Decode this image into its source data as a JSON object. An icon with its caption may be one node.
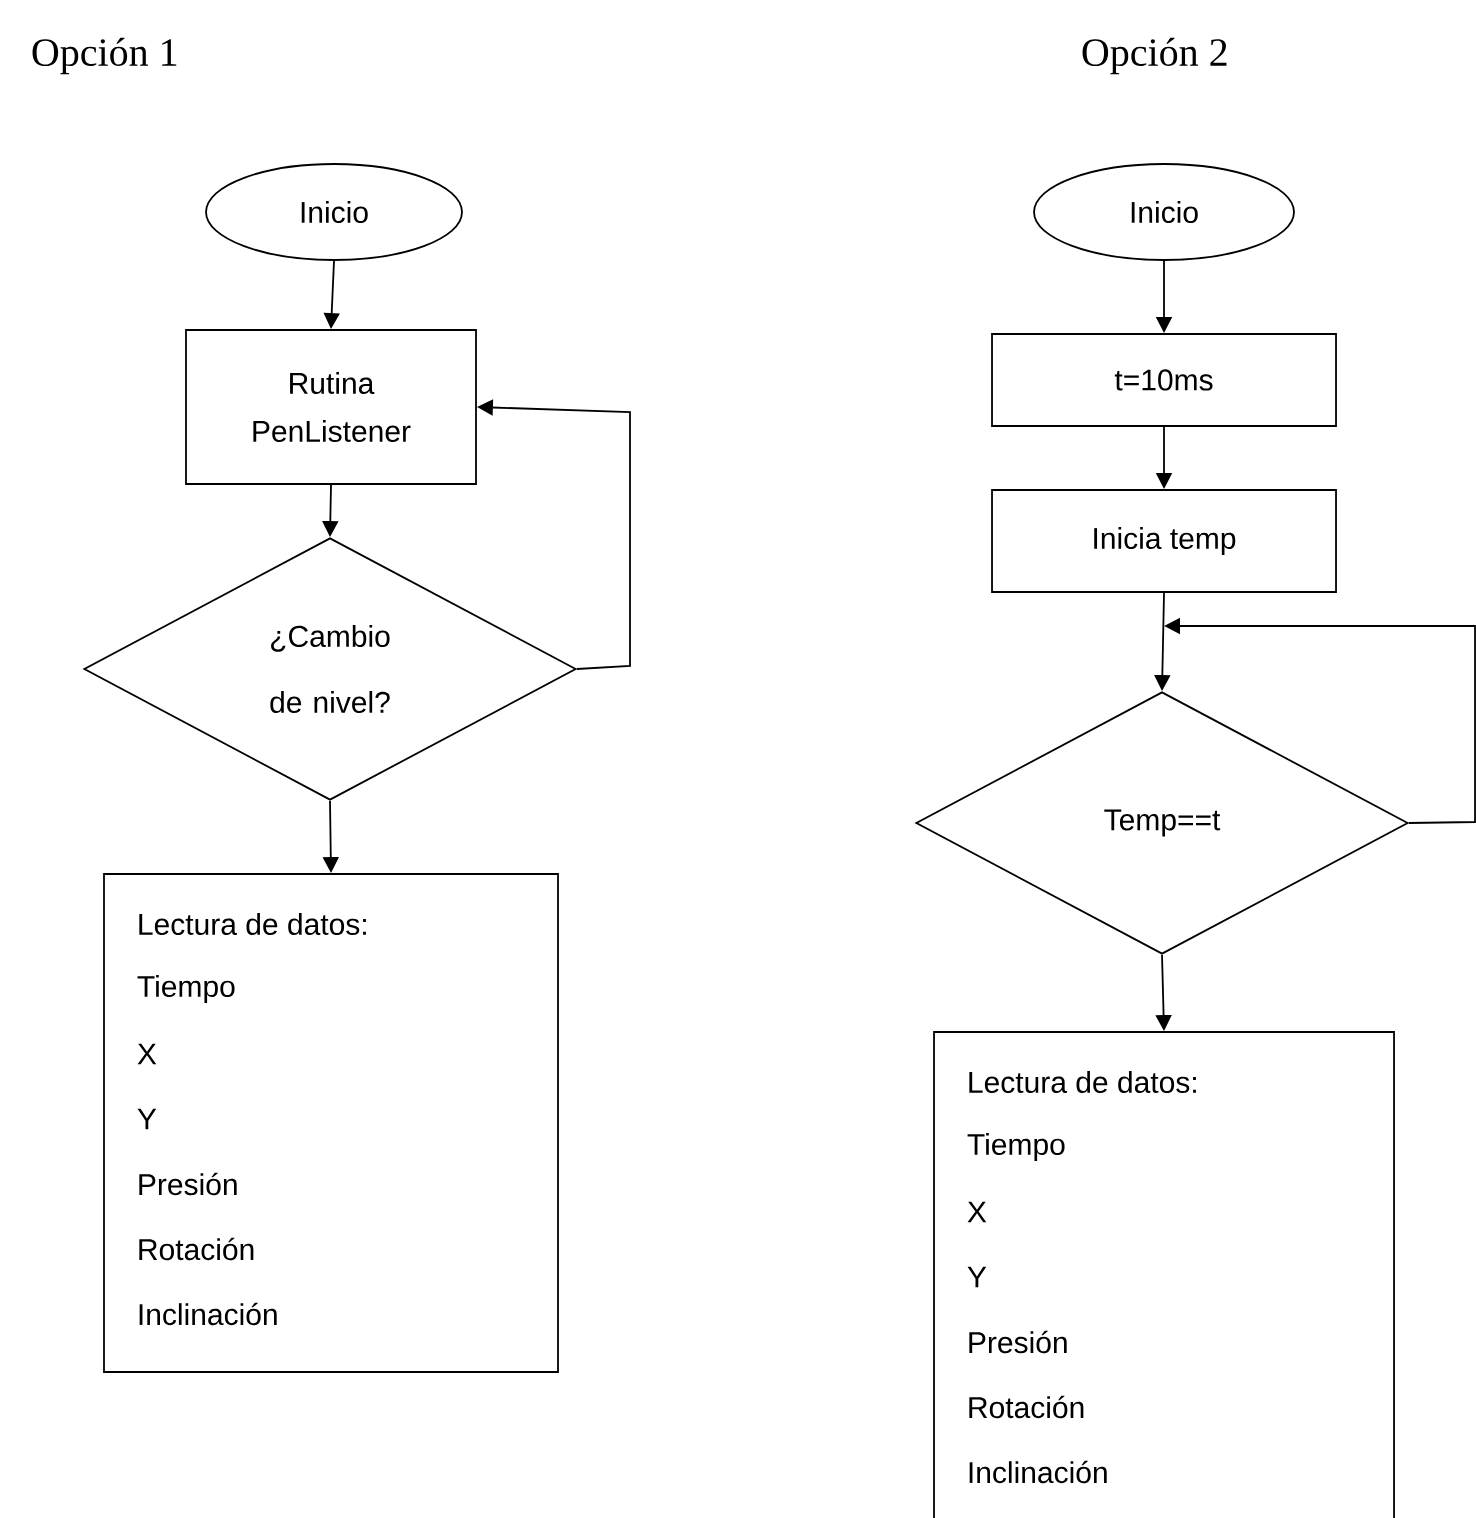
{
  "diagram": {
    "nodes": [
      {
        "text": [
          "Inicio"
        ]
      },
      {
        "text": [
          "Rutina PenListener"
        ]
      },
      {
        "text": [
          "¿Cambio de nivel?"
        ]
      },
      {
        "text": [
          "Lectura de datos:",
          "Tiempo",
          "X",
          "Y",
          "Presión",
          "Rotación",
          "Inclinación"
        ]
      },
      {
        "text": [
          "Inicio"
        ]
      },
      {
        "text": [
          "t=10ms"
        ]
      },
      {
        "text": [
          "Inicia temp"
        ]
      },
      {
        "text": [
          "Temp==t"
        ]
      },
      {
        "text": [
          "Lectura de datos:",
          "Tiempo",
          "X",
          "Y",
          "Presión",
          "Rotación",
          "Inclinación"
        ]
      }
    ],
    "edges": [
      {
        "from": 0,
        "to": 1,
        "arrow": "to"
      },
      {
        "from": 1,
        "to": 2,
        "arrow": "to"
      },
      {
        "from": 2,
        "to": 1,
        "arrow": "to"
      },
      {
        "from": 2,
        "to": 3,
        "arrow": "to"
      },
      {
        "from": 4,
        "to": 5,
        "arrow": "to"
      },
      {
        "from": 5,
        "to": 6,
        "arrow": "to"
      },
      {
        "from": 6,
        "to": 7,
        "arrow": "to"
      },
      {
        "from": 7,
        "to": null,
        "arrow": "to"
      },
      {
        "from": 7,
        "to": 8,
        "arrow": "to"
      }
    ],
    "labels": [
      "Opción 1",
      "Opción 2"
    ]
  }
}
